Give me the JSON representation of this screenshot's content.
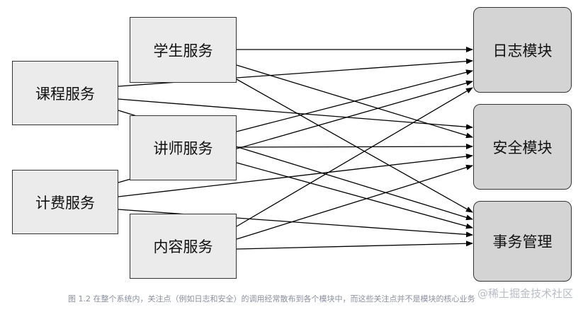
{
  "services": [
    {
      "id": "kecheng",
      "label": "课程服务"
    },
    {
      "id": "xuesheng",
      "label": "学生服务"
    },
    {
      "id": "jiangshi",
      "label": "讲师服务"
    },
    {
      "id": "jifei",
      "label": "计费服务"
    },
    {
      "id": "neirong",
      "label": "内容服务"
    }
  ],
  "modules": [
    {
      "id": "rizhi",
      "label": "日志模块"
    },
    {
      "id": "anquan",
      "label": "安全模块"
    },
    {
      "id": "shiwu",
      "label": "事务管理"
    }
  ],
  "edges": [
    [
      "xuesheng",
      "rizhi"
    ],
    [
      "xuesheng",
      "anquan"
    ],
    [
      "xuesheng",
      "shiwu"
    ],
    [
      "kecheng",
      "rizhi"
    ],
    [
      "kecheng",
      "anquan"
    ],
    [
      "kecheng",
      "shiwu"
    ],
    [
      "jiangshi",
      "rizhi"
    ],
    [
      "jiangshi",
      "anquan"
    ],
    [
      "jiangshi",
      "shiwu"
    ],
    [
      "jifei",
      "rizhi"
    ],
    [
      "jifei",
      "anquan"
    ],
    [
      "jifei",
      "shiwu"
    ],
    [
      "neirong",
      "rizhi"
    ],
    [
      "neirong",
      "anquan"
    ],
    [
      "neirong",
      "shiwu"
    ]
  ],
  "caption": "图 1.2   在整个系统内，关注点（例如日志和安全）的调用经常散布到各个模块中，而这些关注点并不是模块的核心业务",
  "watermark": "@稀土掘金技术社区"
}
